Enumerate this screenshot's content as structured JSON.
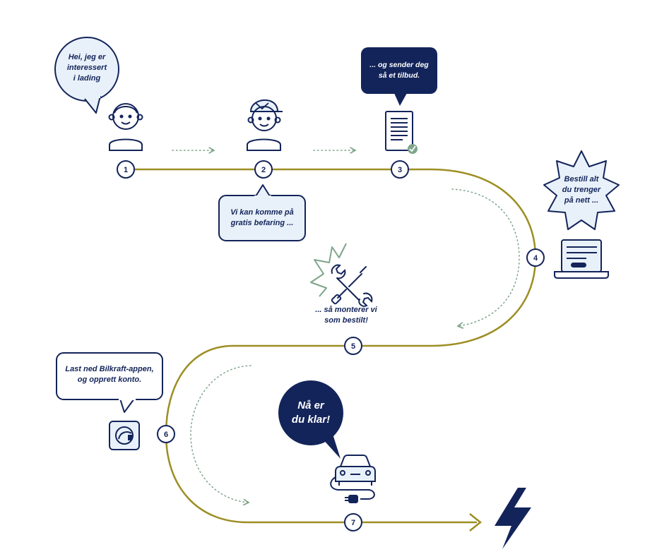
{
  "steps": [
    {
      "number": "1",
      "bubble": "Hei, jeg er\ninteressert\ni lading"
    },
    {
      "number": "2",
      "bubble": "Vi kan komme på\ngratis befaring ..."
    },
    {
      "number": "3",
      "bubble": "... og sender deg\nså et tilbud."
    },
    {
      "number": "4",
      "bubble": "Bestill alt\ndu trenger\npå nett ..."
    },
    {
      "number": "5",
      "bubble": "... så monterer vi\nsom bestilt!"
    },
    {
      "number": "6",
      "bubble": "Last ned Bilkraft-appen,\nog opprett konto."
    },
    {
      "number": "7",
      "bubble": "Nå er\ndu klar!"
    }
  ],
  "icons": {
    "customer": "person-icon",
    "installer": "installer-person-icon",
    "offer": "document-check-icon",
    "order": "laptop-icon",
    "install": "tools-icon",
    "app": "app-icon",
    "car": "car-charging-icon",
    "finish": "lightning-bolt-icon"
  },
  "colors": {
    "navy": "#13245a",
    "path": "#9c8e23",
    "bubble_light": "#e8f1fa",
    "green": "#7ea58a"
  }
}
